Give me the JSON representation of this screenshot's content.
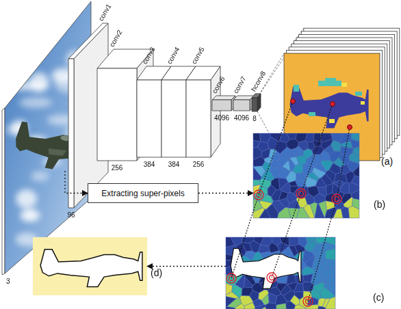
{
  "diagram": {
    "nodes": [
      {
        "text": [
          "3"
        ]
      },
      {
        "text": [
          "conv1",
          "96"
        ]
      },
      {
        "text": [
          "conv2",
          "256"
        ]
      },
      {
        "text": [
          "conv3",
          "384"
        ]
      },
      {
        "text": [
          "conv4",
          "384"
        ]
      },
      {
        "text": [
          "conv5",
          "256"
        ]
      },
      {
        "text": [
          "conv6",
          "4096"
        ]
      },
      {
        "text": [
          "conv7",
          "4096"
        ]
      },
      {
        "text": [
          "hconv8",
          "8"
        ]
      },
      {
        "text": [
          "(a)"
        ]
      },
      {
        "text": [
          "Extracting super-pixels"
        ]
      },
      {
        "text": [
          "(b)"
        ]
      },
      {
        "text": [
          "(c)"
        ]
      },
      {
        "text": [
          "(d)"
        ]
      }
    ],
    "edges": [
      {
        "from": 0,
        "to": 10,
        "arrow": "to"
      },
      {
        "from": 10,
        "to": 11,
        "arrow": "to"
      },
      {
        "from": 12,
        "to": 13,
        "arrow": "to"
      }
    ]
  }
}
